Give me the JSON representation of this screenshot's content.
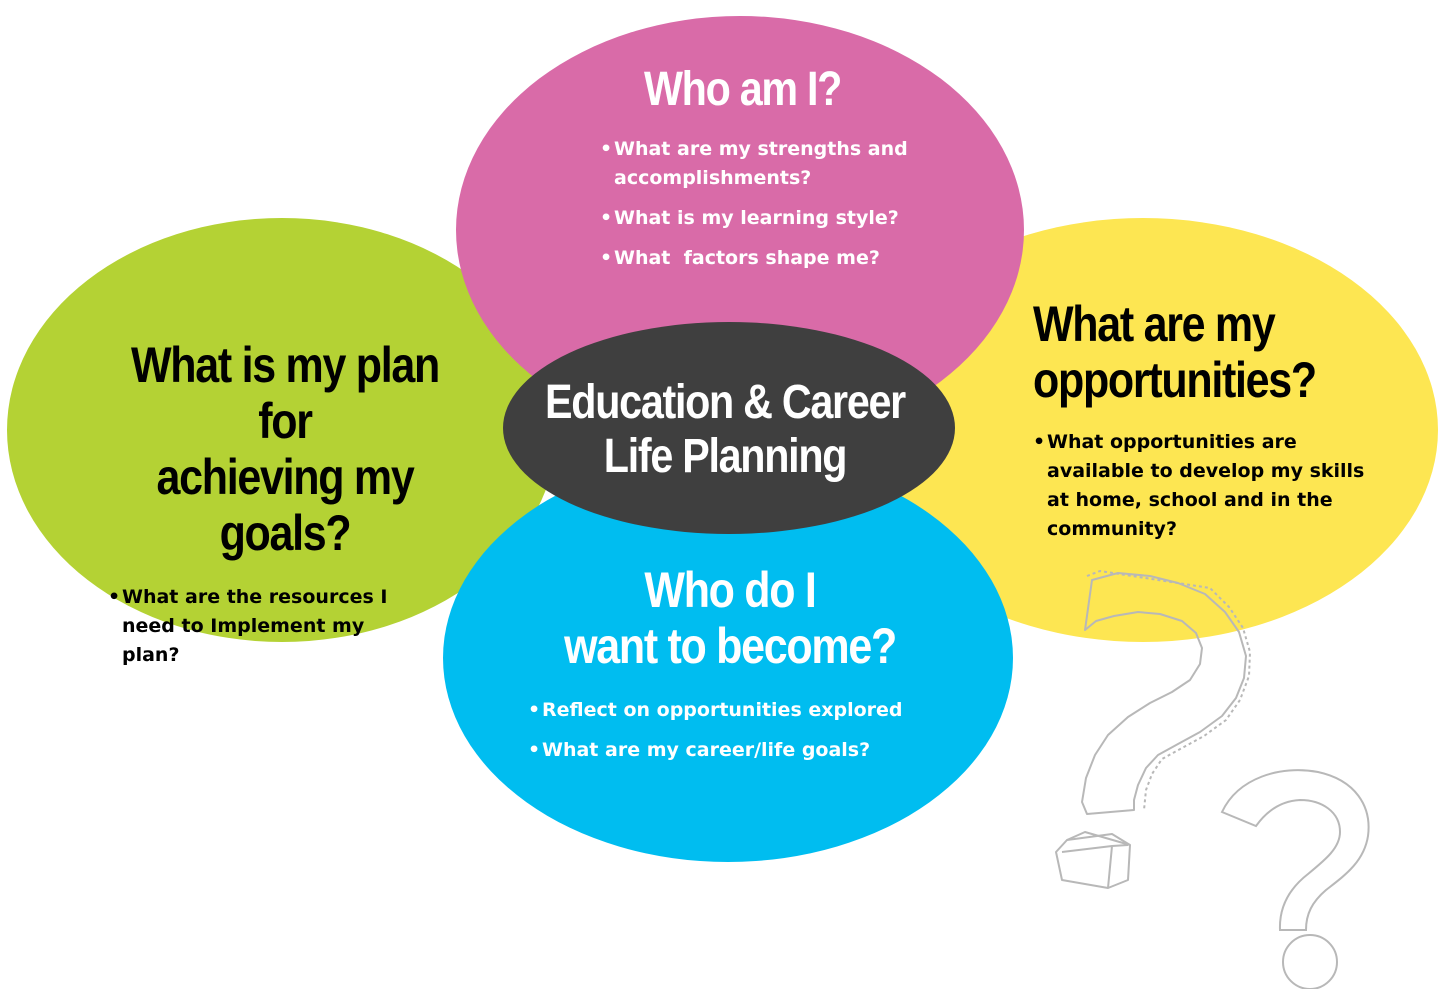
{
  "center": {
    "line1": "Education & Career",
    "line2": "Life Planning"
  },
  "who_am_i": {
    "title": "Who am I?",
    "items": [
      "What are my strengths and accomplishments?",
      "What is my learning style?",
      "What  factors shape me?"
    ]
  },
  "plan": {
    "line1": "What is my plan for",
    "line2": "achieving my goals?",
    "items": [
      "What are the resources I need to Implement my plan?"
    ]
  },
  "opportunities": {
    "line1": "What are my",
    "line2": "opportunities?",
    "items": [
      "What opportunities are available to develop my skills at home, school and in the community?"
    ]
  },
  "become": {
    "line1": "Who do I",
    "line2": "want to become?",
    "items": [
      "Reflect on opportunities explored",
      "What are my career/life goals?"
    ]
  },
  "bullet": "•",
  "colors": {
    "pink": "#D96BA8",
    "green": "#B4D234",
    "yellow": "#FDE652",
    "blue": "#00BDF0",
    "center": "#3F3F3F",
    "question_mark_outline": "#B8B8B8"
  }
}
